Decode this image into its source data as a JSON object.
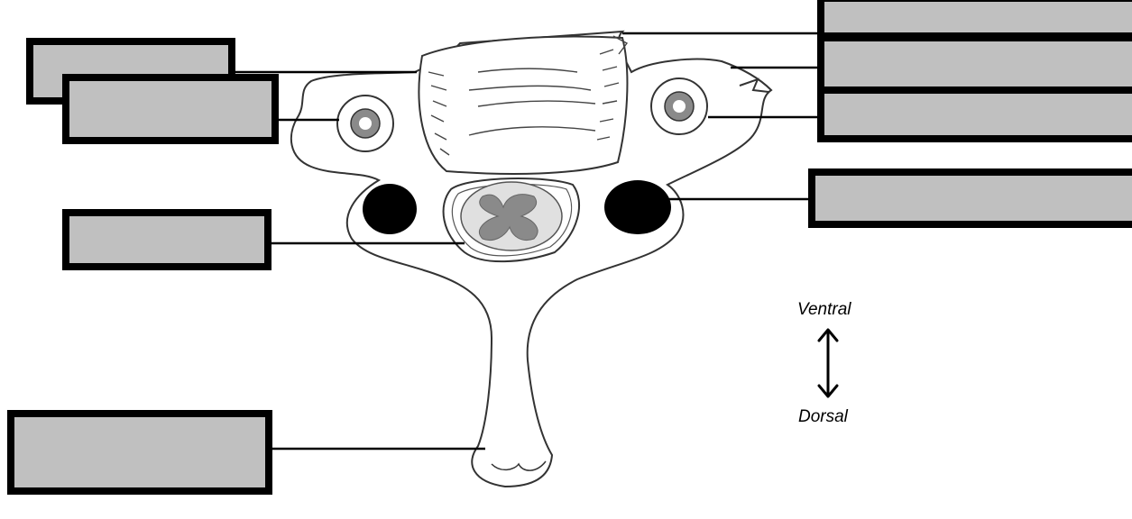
{
  "diagram": {
    "orientation": {
      "top_label": "Ventral",
      "bottom_label": "Dorsal"
    },
    "colors": {
      "label_fill": "#c0c0c0",
      "label_border": "#000000",
      "outline": "#333333",
      "spinal_cord_grey": "#8a8a8a",
      "dark_structure": "#000000"
    },
    "label_boxes": [
      {
        "id": "top-right-1",
        "text": ""
      },
      {
        "id": "top-left-1",
        "text": ""
      },
      {
        "id": "top-left-2",
        "text": ""
      },
      {
        "id": "right-2",
        "text": ""
      },
      {
        "id": "right-3",
        "text": ""
      },
      {
        "id": "right-4",
        "text": ""
      },
      {
        "id": "left-3",
        "text": ""
      },
      {
        "id": "bottom-left",
        "text": ""
      }
    ]
  }
}
